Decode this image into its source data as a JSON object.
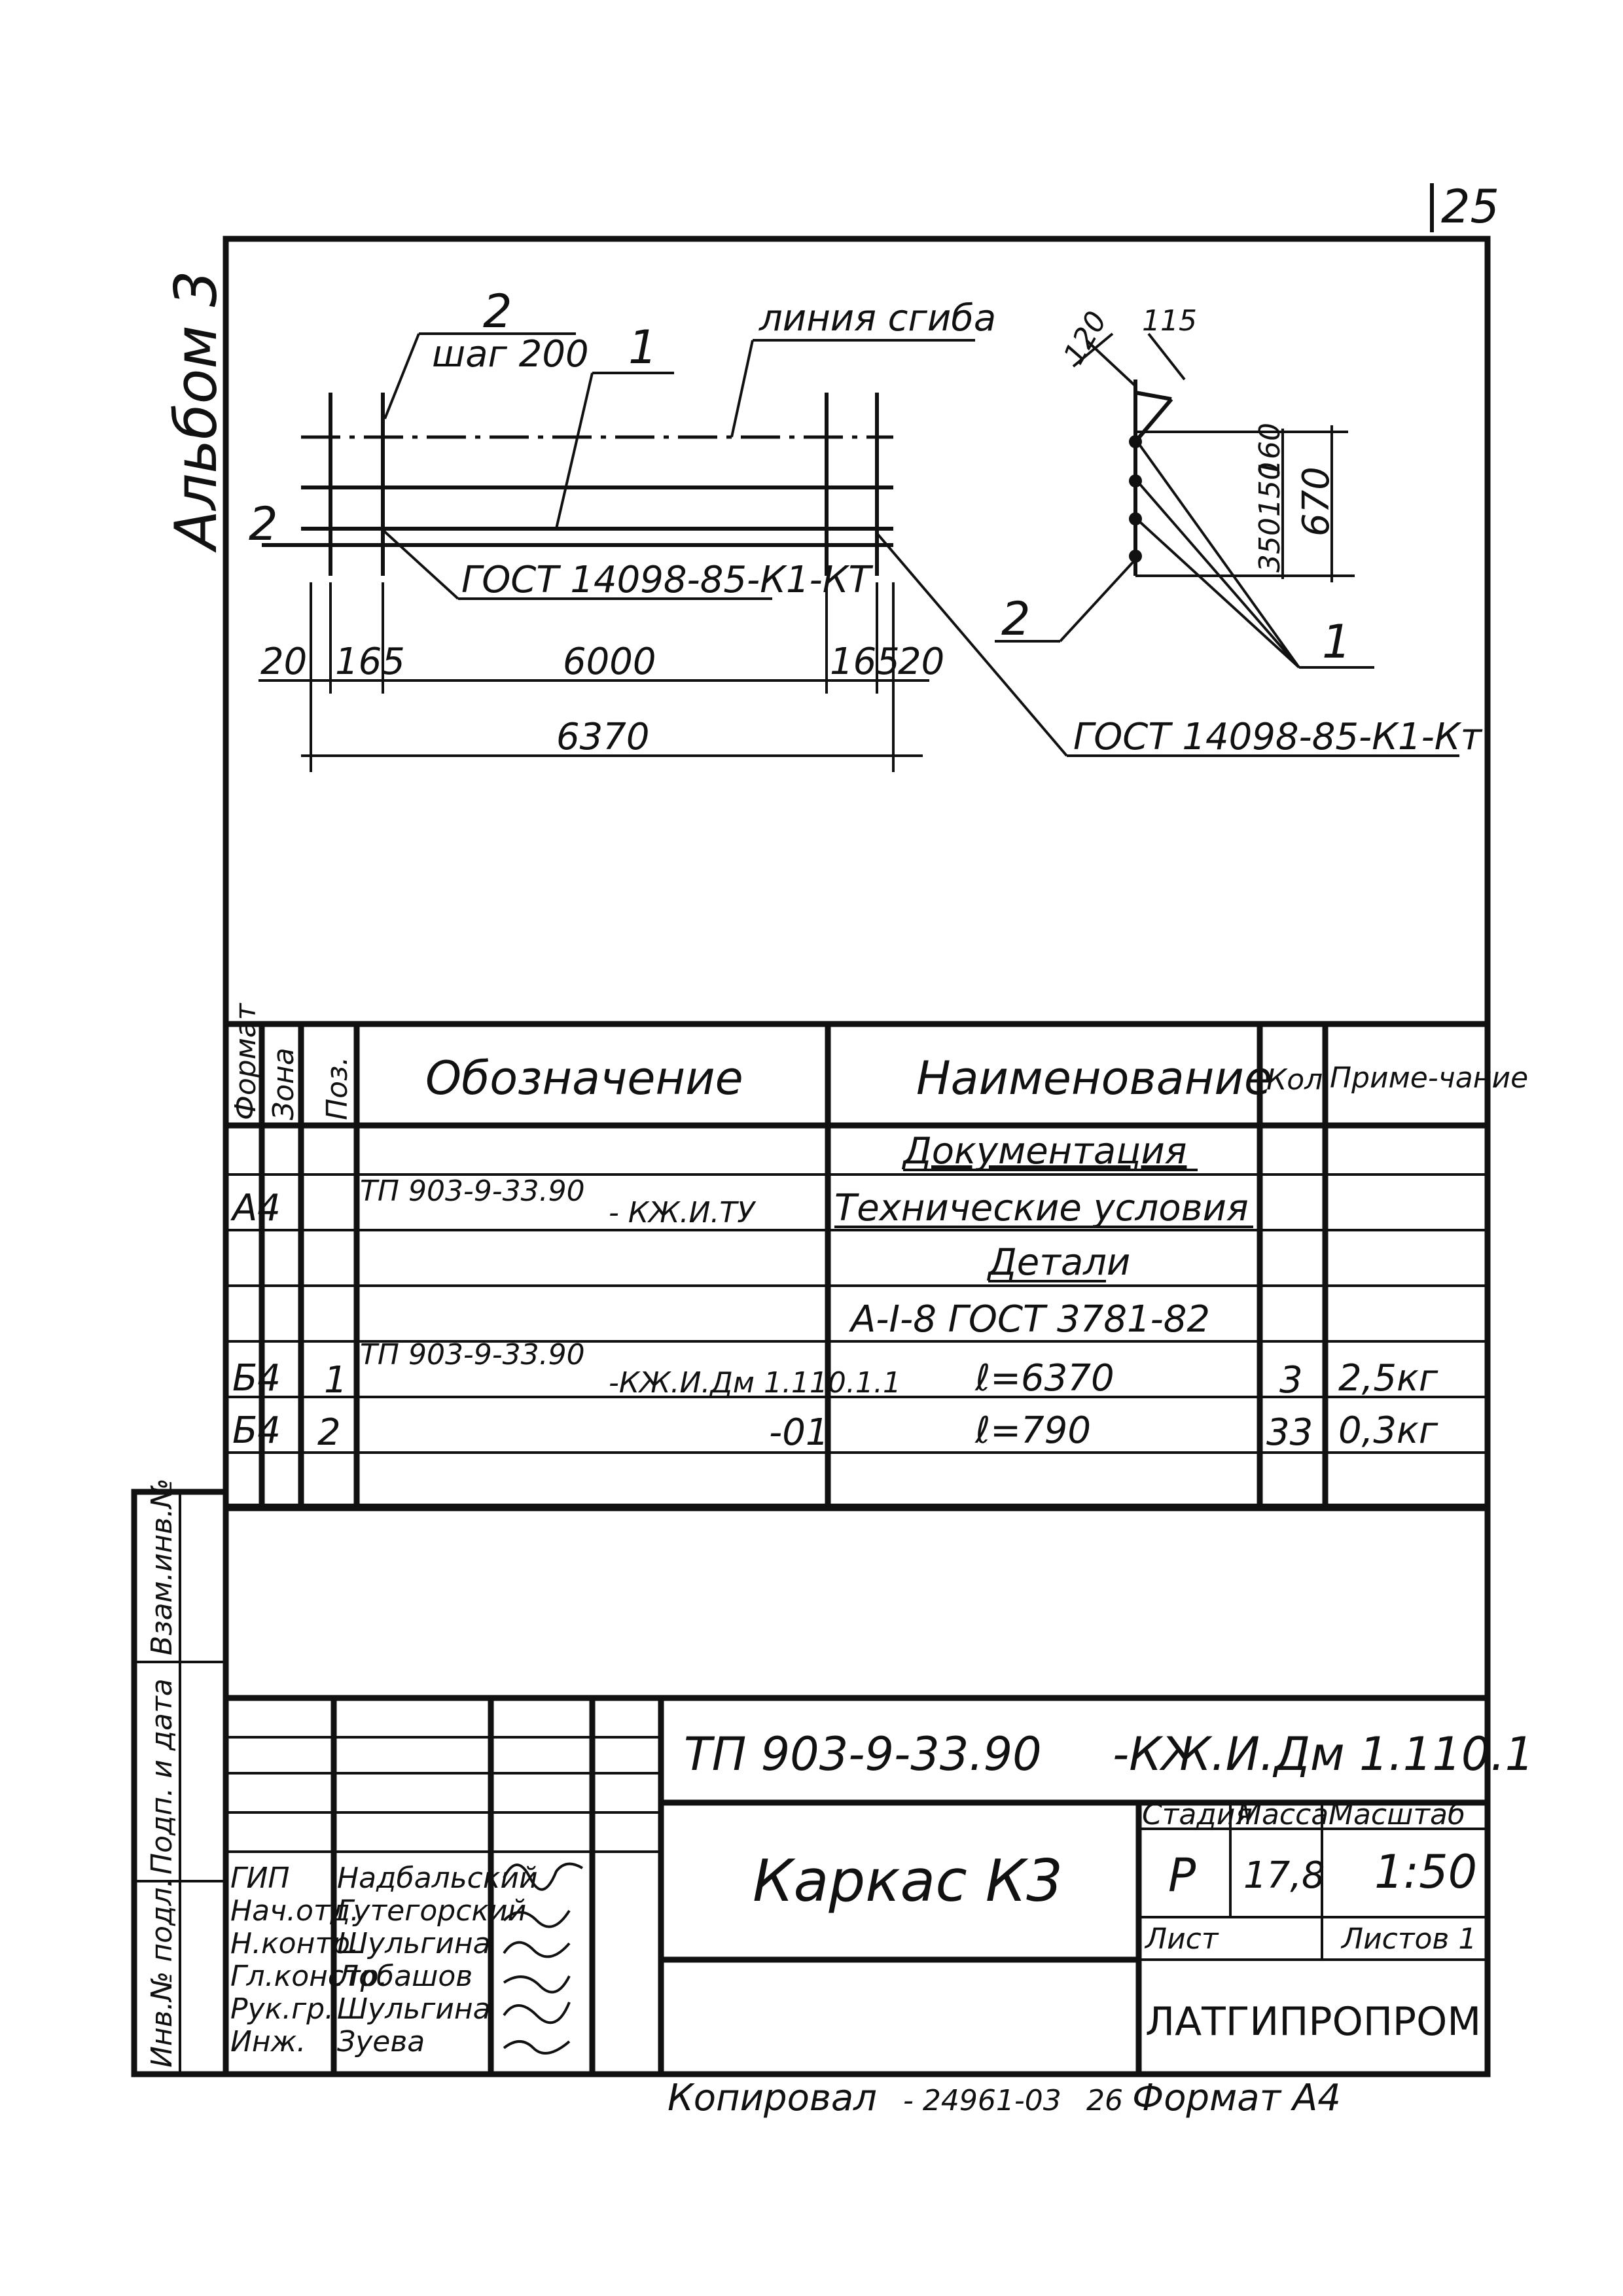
{
  "page_number": "25",
  "album_label": "Альбом 3",
  "drawing": {
    "left_view": {
      "mark_2_top": "2",
      "step": "шаг 200",
      "mark_1": "1",
      "mark_2_left": "2",
      "gost_label": "ГОСТ 14098-85-К1-КТ",
      "dim_20_left": "20",
      "dim_165_left": "165",
      "dim_6000": "6000",
      "dim_165_right": "165",
      "dim_20_right": "20",
      "dim_6370": "6370"
    },
    "bend_line_label": "линия сгиба",
    "right_view": {
      "dim_120": "120",
      "dim_115": "115",
      "dim_350": "350",
      "dim_150": "150",
      "dim_160": "160",
      "dim_670": "670",
      "mark_2": "2",
      "mark_1": "1",
      "gost_label": "ГОСТ 14098-85-К1-Кт"
    }
  },
  "spec_table": {
    "headers": {
      "format": "Формат",
      "zone": "Зона",
      "pos": "Поз.",
      "designation": "Обозначение",
      "name": "Наименование",
      "qty": "Кол.",
      "note": "Приме-чание"
    },
    "rows": [
      {
        "format": "",
        "pos": "",
        "designation": "",
        "designation_suffix": "",
        "name": "Документация",
        "qty": "",
        "note": ""
      },
      {
        "format": "А4",
        "pos": "",
        "designation": "ТП 903-9-33.90",
        "designation_suffix": "- КЖ.И.ТУ",
        "name": "Технические условия",
        "qty": "",
        "note": ""
      },
      {
        "format": "",
        "pos": "",
        "designation": "",
        "designation_suffix": "",
        "name": "Детали",
        "qty": "",
        "note": ""
      },
      {
        "format": "",
        "pos": "",
        "designation": "",
        "designation_suffix": "",
        "name": "A-I-8 ГОСТ 3781-82",
        "qty": "",
        "note": ""
      },
      {
        "format": "Б4",
        "pos": "1",
        "designation": "ТП 903-9-33.90",
        "designation_suffix": "-КЖ.И.Дм 1.110.1.1",
        "name": "ℓ=6370",
        "qty": "3",
        "note": "2,5кг"
      },
      {
        "format": "Б4",
        "pos": "2",
        "designation": "",
        "designation_suffix": "-01",
        "name": "ℓ=790",
        "qty": "33",
        "note": "0,3кг"
      }
    ]
  },
  "side_stamp": {
    "inv_podl": "Инв.№ подл.",
    "podp_data": "Подп. и дата",
    "vzam_inv": "Взам.инв.№"
  },
  "title_block": {
    "doc_code": "ТП 903-9-33.90",
    "doc_suffix": "-КЖ.И.Дм 1.110.1",
    "title": "Каркас К3",
    "stage_label": "Стадия",
    "mass_label": "Масса",
    "scale_label": "Масштаб",
    "stage": "Р",
    "mass": "17,8",
    "scale": "1:50",
    "sheet_label": "Лист",
    "sheets_label": "Листов 1",
    "organization": "ЛАТГИПРОПРОМ",
    "roles": [
      {
        "role": "ГИП",
        "name": "Надбальский"
      },
      {
        "role": "Нач.отд.",
        "name": "Гутегорский"
      },
      {
        "role": "Н.контр.",
        "name": "Шульгина"
      },
      {
        "role": "Гл.констр.",
        "name": "Лобашов"
      },
      {
        "role": "Рук.гр.",
        "name": "Шульгина"
      },
      {
        "role": "Инж.",
        "name": "Зуева"
      }
    ]
  },
  "footer": {
    "copied": "Копировал",
    "order": "- 24961-03",
    "num": "26",
    "format": "Формат А4"
  }
}
